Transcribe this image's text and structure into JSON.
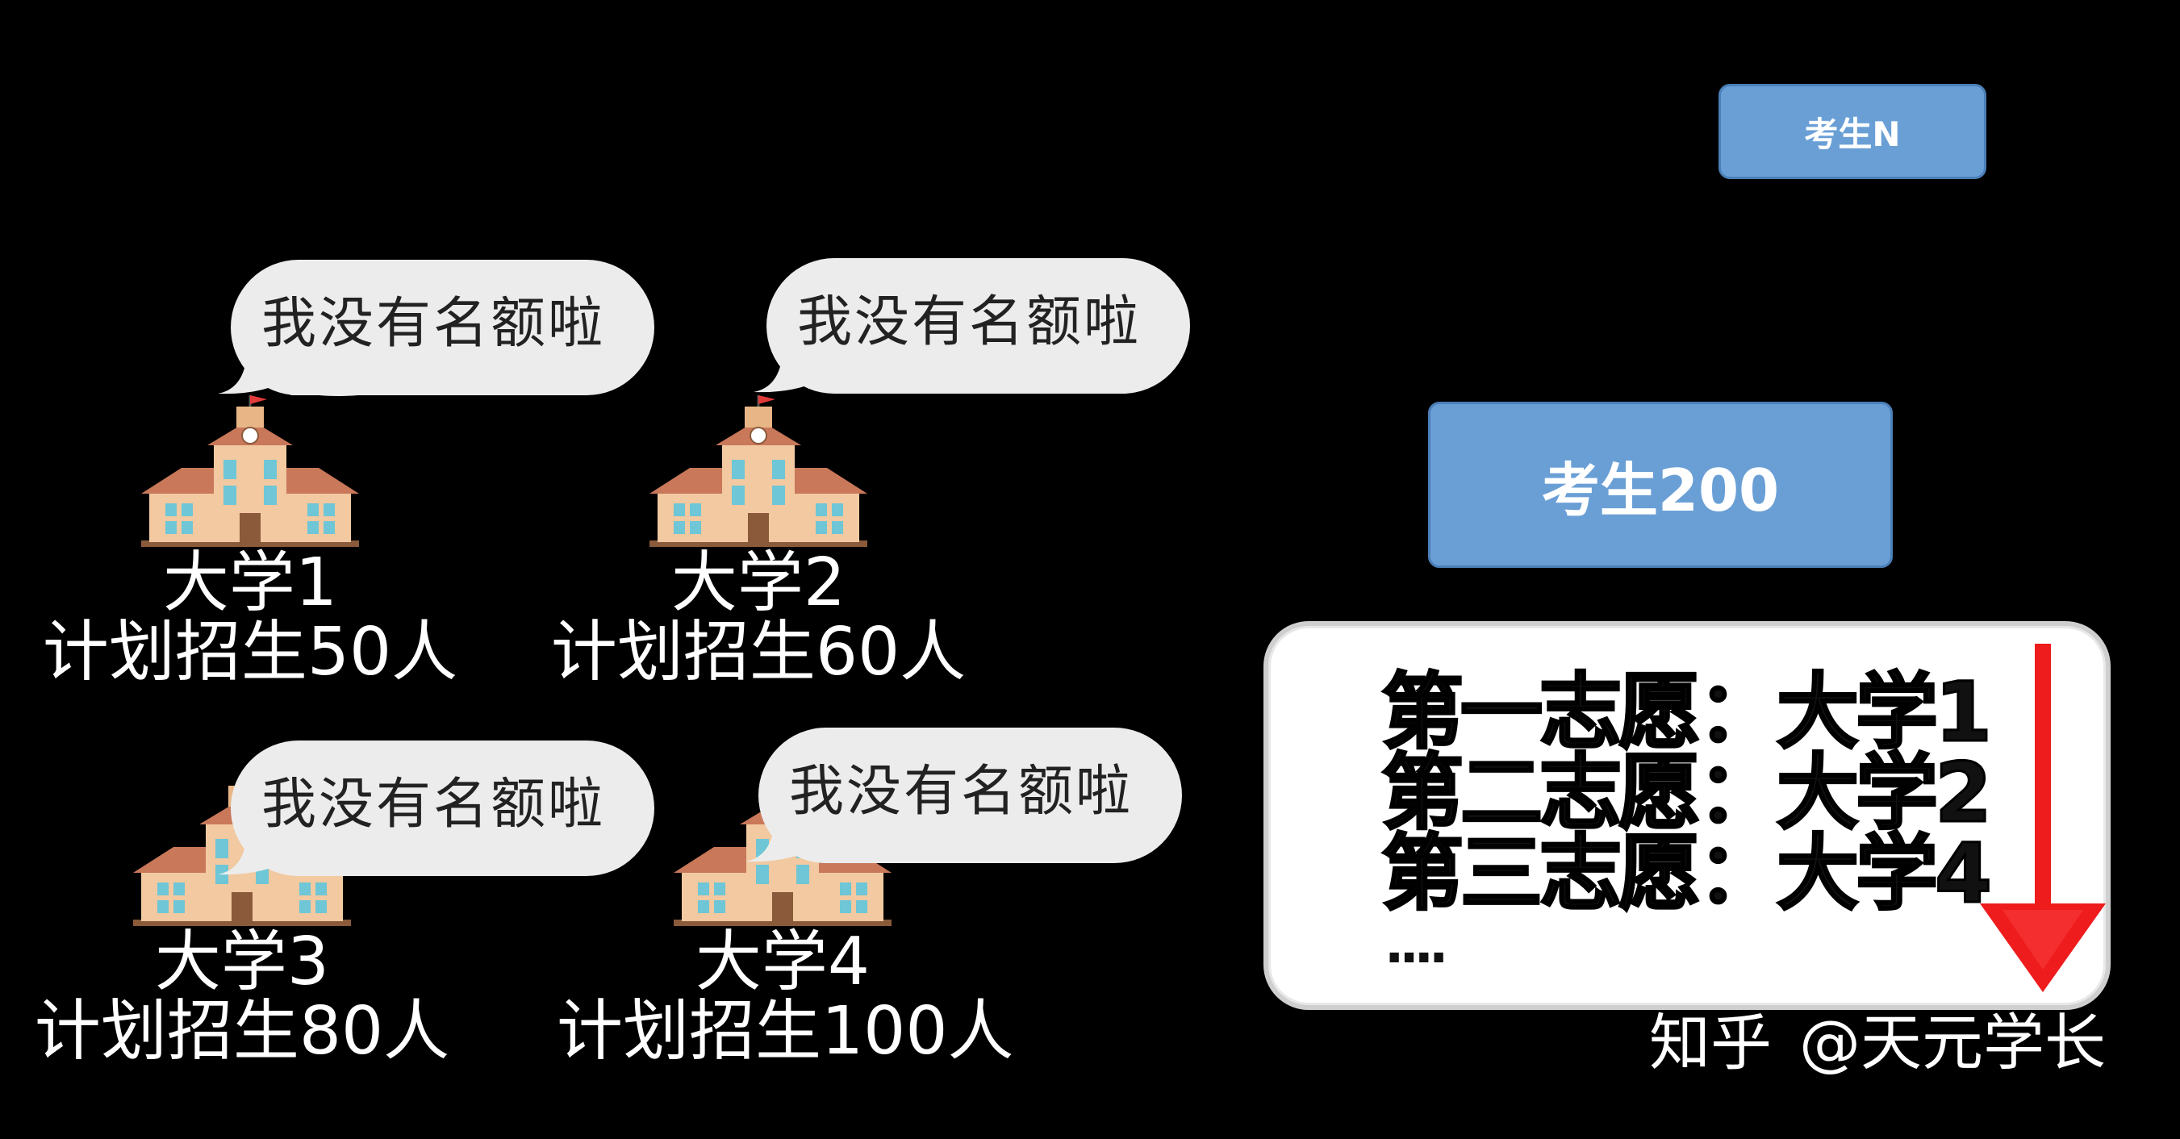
{
  "colors": {
    "background": "#000000",
    "candidate_box": "#6a9fd6",
    "bubble": "#ececec",
    "arrow": "#ee1c1c"
  },
  "universities": [
    {
      "name": "大学1",
      "plan": "计划招生50人",
      "bubble": "我没有名额啦"
    },
    {
      "name": "大学2",
      "plan": "计划招生60人",
      "bubble": "我没有名额啦"
    },
    {
      "name": "大学3",
      "plan": "计划招生80人",
      "bubble": "我没有名额啦"
    },
    {
      "name": "大学4",
      "plan": "计划招生100人",
      "bubble": "我没有名额啦"
    }
  ],
  "candidates": {
    "top": "考生N",
    "current": "考生200"
  },
  "preferences": [
    {
      "label": "第一志愿：",
      "value": "大学1"
    },
    {
      "label": "第二志愿：",
      "value": "大学2"
    },
    {
      "label": "第三志愿：",
      "value": "大学4"
    }
  ],
  "preferences_more": "....",
  "watermark": {
    "site": "知乎",
    "handle": "@天元学长"
  }
}
